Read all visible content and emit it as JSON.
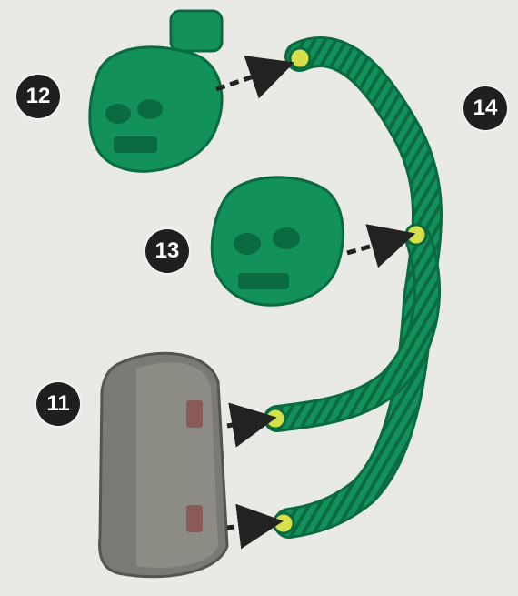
{
  "callouts": {
    "skull_12": "12",
    "skull_13": "13",
    "hose_14": "14",
    "backpack_11": "11"
  },
  "colors": {
    "background": "#e9e9e6",
    "part_green": "#12915a",
    "part_green_dark": "#0b6b40",
    "part_grey": "#7a7a74",
    "connector_yellow": "#d6e04a",
    "badge": "#1f1f1f",
    "arrow": "#222222"
  }
}
